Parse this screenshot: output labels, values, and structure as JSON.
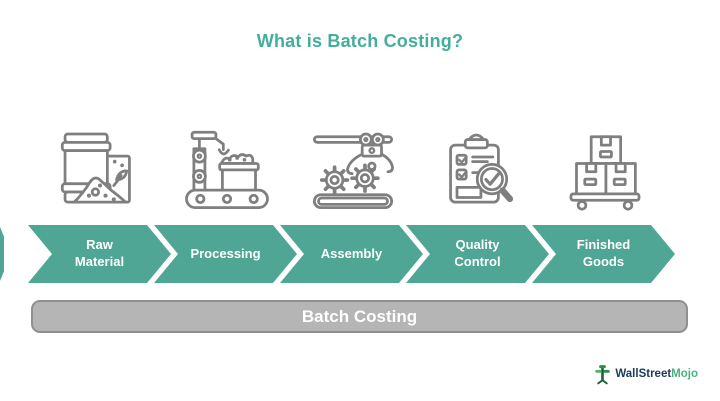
{
  "title": "What is Batch Costing?",
  "stages": [
    {
      "label": "Raw\nMaterial",
      "icon": "barrel-raw-material-icon"
    },
    {
      "label": "Processing",
      "icon": "robot-arm-conveyor-icon"
    },
    {
      "label": "Assembly",
      "icon": "claw-gears-assembly-icon"
    },
    {
      "label": "Quality\nControl",
      "icon": "clipboard-magnifier-icon"
    },
    {
      "label": "Finished\nGoods",
      "icon": "boxes-pallet-icon"
    }
  ],
  "summary_bar": {
    "label": "Batch Costing"
  },
  "logo": {
    "brand_primary": "WallStreet",
    "brand_secondary": "Mojo"
  },
  "colors": {
    "accent_teal": "#4FA695",
    "title_teal": "#43AE9B",
    "chevron_text": "#FFFFFF",
    "bar_fill": "#B5B5B5",
    "bar_border": "#8F8F8F",
    "bar_text": "#FFFFFF",
    "icon_stroke": "#7F7F7F",
    "logo_primary_color": "#1B3A5C",
    "logo_secondary_color": "#4CAF82"
  }
}
